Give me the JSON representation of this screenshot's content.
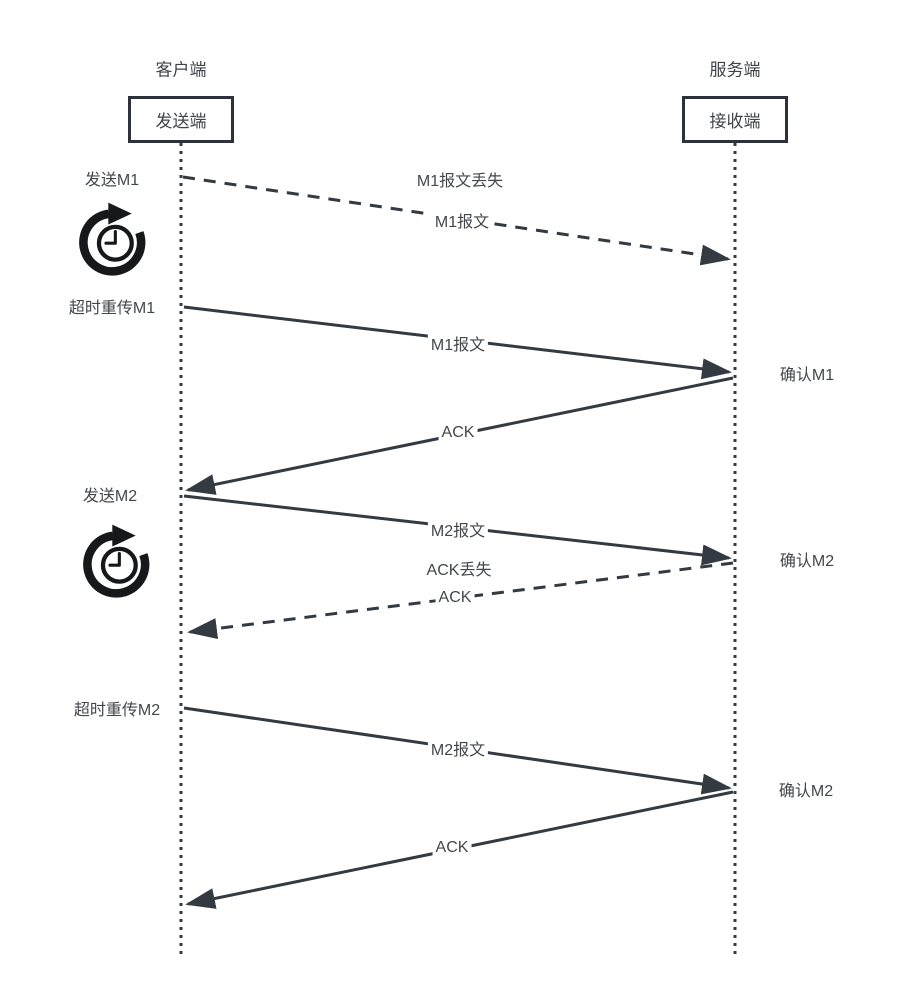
{
  "diagram": {
    "type": "sequence-diagram",
    "topic": "TCP timeout retransmission",
    "colors": {
      "stroke": "#343a42",
      "text": "#43474b",
      "background": "#ffffff"
    }
  },
  "actors": [
    {
      "lane_label": "客户端",
      "box_label": "发送端"
    },
    {
      "lane_label": "服务端",
      "box_label": "接收端"
    }
  ],
  "left_events": [
    {
      "label": "发送M1"
    },
    {
      "label": "超时重传M1"
    },
    {
      "label": "发送M2"
    },
    {
      "label": "超时重传M2"
    }
  ],
  "right_events": [
    {
      "label": "确认M1"
    },
    {
      "label": "确认M2"
    },
    {
      "label": "确认M2"
    }
  ],
  "messages": [
    {
      "label": "M1报文",
      "annotation": "M1报文丢失",
      "line": "dashed",
      "direction": "to-server"
    },
    {
      "label": "M1报文",
      "line": "solid",
      "direction": "to-server"
    },
    {
      "label": "ACK",
      "line": "solid",
      "direction": "to-client"
    },
    {
      "label": "M2报文",
      "line": "solid",
      "direction": "to-server"
    },
    {
      "label": "ACK",
      "annotation": "ACK丢失",
      "line": "dashed",
      "direction": "to-client"
    },
    {
      "label": "M2报文",
      "line": "solid",
      "direction": "to-server"
    },
    {
      "label": "ACK",
      "line": "solid",
      "direction": "to-client"
    }
  ],
  "icons": [
    {
      "name": "retry-timer-icon",
      "meaning": "timeout timer"
    },
    {
      "name": "retry-timer-icon",
      "meaning": "timeout timer"
    }
  ]
}
